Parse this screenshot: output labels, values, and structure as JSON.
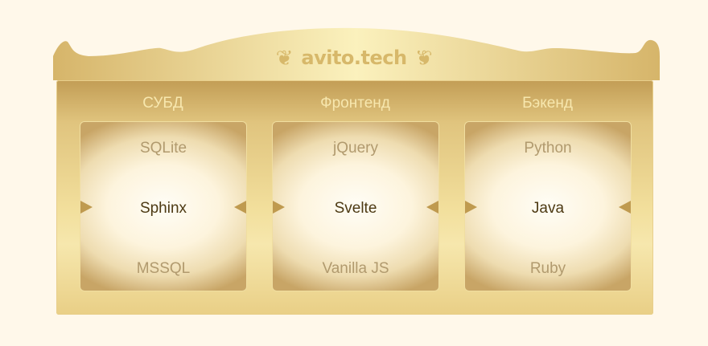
{
  "logo": {
    "text": "avito.tech"
  },
  "columns": [
    {
      "title": "СУБД",
      "prev": "SQLite",
      "selected": "Sphinx",
      "next": "MSSQL"
    },
    {
      "title": "Фронтенд",
      "prev": "jQuery",
      "selected": "Svelte",
      "next": "Vanilla JS"
    },
    {
      "title": "Бэкенд",
      "prev": "Python",
      "selected": "Java",
      "next": "Ruby"
    }
  ],
  "colors": {
    "gold": "#c29d55",
    "background": "#fff8ea",
    "selected_text": "#4d3a13"
  }
}
